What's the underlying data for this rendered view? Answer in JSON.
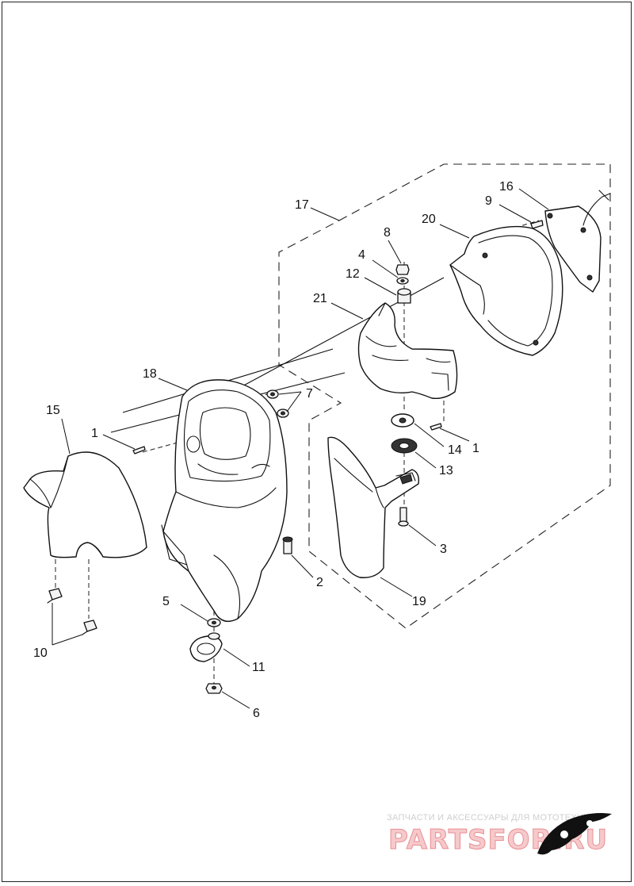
{
  "diagram": {
    "callouts": [
      {
        "id": "c1a",
        "label": "1"
      },
      {
        "id": "c1b",
        "label": "1"
      },
      {
        "id": "c2",
        "label": "2"
      },
      {
        "id": "c3",
        "label": "3"
      },
      {
        "id": "c4",
        "label": "4"
      },
      {
        "id": "c5",
        "label": "5"
      },
      {
        "id": "c6",
        "label": "6"
      },
      {
        "id": "c7",
        "label": "7"
      },
      {
        "id": "c8",
        "label": "8"
      },
      {
        "id": "c9",
        "label": "9"
      },
      {
        "id": "c10",
        "label": "10"
      },
      {
        "id": "c11",
        "label": "11"
      },
      {
        "id": "c12",
        "label": "12"
      },
      {
        "id": "c13",
        "label": "13"
      },
      {
        "id": "c14",
        "label": "14"
      },
      {
        "id": "c15",
        "label": "15"
      },
      {
        "id": "c16",
        "label": "16"
      },
      {
        "id": "c17",
        "label": "17"
      },
      {
        "id": "c18",
        "label": "18"
      },
      {
        "id": "c19",
        "label": "19"
      },
      {
        "id": "c20",
        "label": "20"
      },
      {
        "id": "c21",
        "label": "21"
      }
    ]
  },
  "watermark": {
    "tagline": "ЗАПЧАСТИ И АКСЕССУАРЫ ДЛЯ МОТОТЕХНИКИ",
    "brand": "PARTSFOR.RU"
  }
}
